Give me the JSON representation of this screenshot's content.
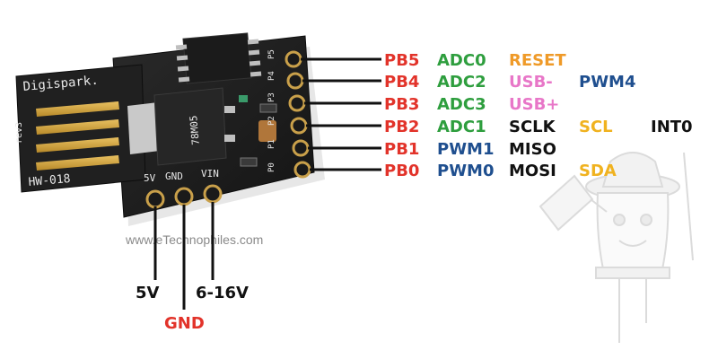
{
  "board": {
    "brand_text": "Digispark.",
    "model_text": "HW-018",
    "rev_text": "rev3",
    "chip_text": "78M05",
    "pin_silk": [
      "P5",
      "P4",
      "P3",
      "P2",
      "P1",
      "P0"
    ],
    "power_silk": [
      "5V",
      "GND",
      "VIN"
    ],
    "watermark_text": "www.eTechnophiles.com"
  },
  "pins": [
    {
      "name": "PB5",
      "functions": [
        "ADC0",
        "RESET"
      ]
    },
    {
      "name": "PB4",
      "functions": [
        "ADC2",
        "USB-",
        "PWM4"
      ]
    },
    {
      "name": "PB3",
      "functions": [
        "ADC3",
        "USB+"
      ]
    },
    {
      "name": "PB2",
      "functions": [
        "ADC1",
        "SCLK",
        "SCL",
        "INT0"
      ]
    },
    {
      "name": "PB1",
      "functions": [
        "PWM1",
        "MISO"
      ]
    },
    {
      "name": "PB0",
      "functions": [
        "PWM0",
        "MOSI",
        "SDA"
      ]
    }
  ],
  "power": {
    "five_v": "5V",
    "gnd": "GND",
    "vin": "6-16V"
  },
  "colors": {
    "pin_name": "#e2332a",
    "adc": "#2e9e3e",
    "reset": "#ef9a28",
    "usb": "#e877c8",
    "pwm": "#1f4f8f",
    "digital": "#111111",
    "i2c": "#f0b21f",
    "gnd": "#e2332a",
    "power_text": "#111111"
  },
  "mascot_icon": "led-mascot-icon"
}
